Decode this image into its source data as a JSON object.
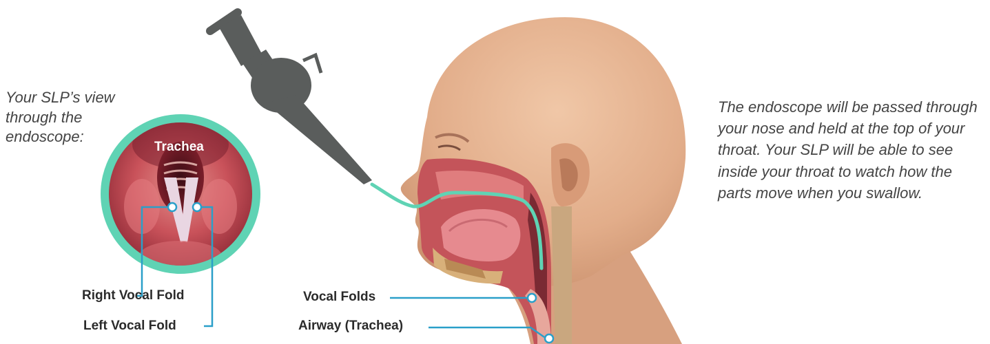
{
  "captions": {
    "left": "Your SLP’s view through the endoscope:",
    "right": "The endoscope will be passed through your nose and held at the top of your throat. Your SLP will be able to see inside your throat to watch how the parts move when you swallow."
  },
  "endoscope_view": {
    "trachea": "Trachea"
  },
  "labels": {
    "right_vocal_fold": "Right Vocal Fold",
    "left_vocal_fold": "Left Vocal Fold",
    "vocal_folds": "Vocal Folds",
    "airway": "Airway (Trachea)"
  },
  "colors": {
    "accent_teal": "#5fd3b4",
    "leader_blue": "#2a9fc9",
    "endoscope_gray": "#5a5d5c",
    "skin": "#e8b796",
    "tissue_red": "#c4545a"
  }
}
